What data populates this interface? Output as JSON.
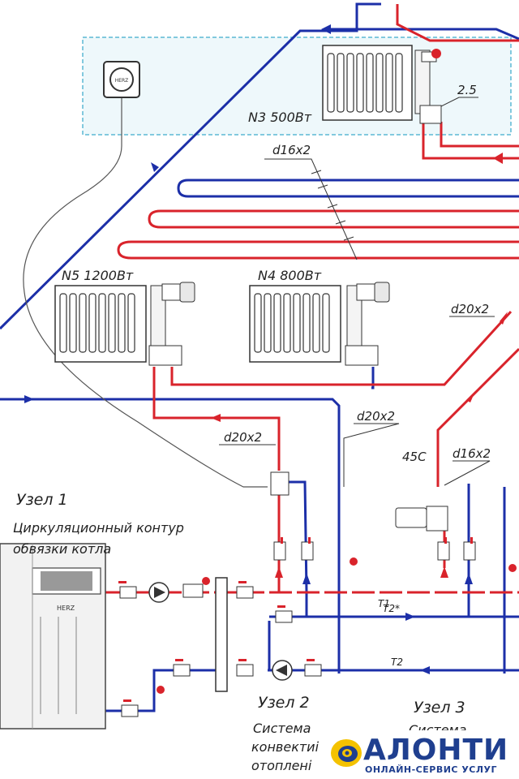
{
  "colors": {
    "supply": "#d9232b",
    "return": "#1c2fa8",
    "zone": "#5bb8d4",
    "gray": "#555555",
    "logo_blue": "#1f3f8f",
    "logo_yellow": "#f4c200"
  },
  "labels": {
    "n3": "N3  500Вт",
    "n4": "N4  800Вт",
    "n5": "N5  1200Вт",
    "setting": "2.5",
    "d16_top": "d16x2",
    "d16_mid": "d16x2",
    "d20_right": "d20x2",
    "d20_mid": "d20x2",
    "d20_left": "d20x2",
    "temp": "45C",
    "t1": "T1",
    "t2s": "T2*",
    "t2": "T2",
    "boiler_brand": "HERZ",
    "thermostat_brand": "HERZ"
  },
  "nodes": {
    "uzel1_title": "Узел  1",
    "uzel1_line1": "Циркуляционный  контур",
    "uzel1_line2": "обвязки  котла",
    "uzel2_title": "Узел  2",
    "uzel2_line1": "Система",
    "uzel2_line2": "конвектиі",
    "uzel2_line3": "отоплені",
    "uzel3_title": "Узел  3",
    "uzel3_line1": "Система"
  },
  "logo": {
    "word": "АЛОНТИ",
    "tagline": "ОНЛАЙН-СЕРВИС УСЛУГ"
  }
}
